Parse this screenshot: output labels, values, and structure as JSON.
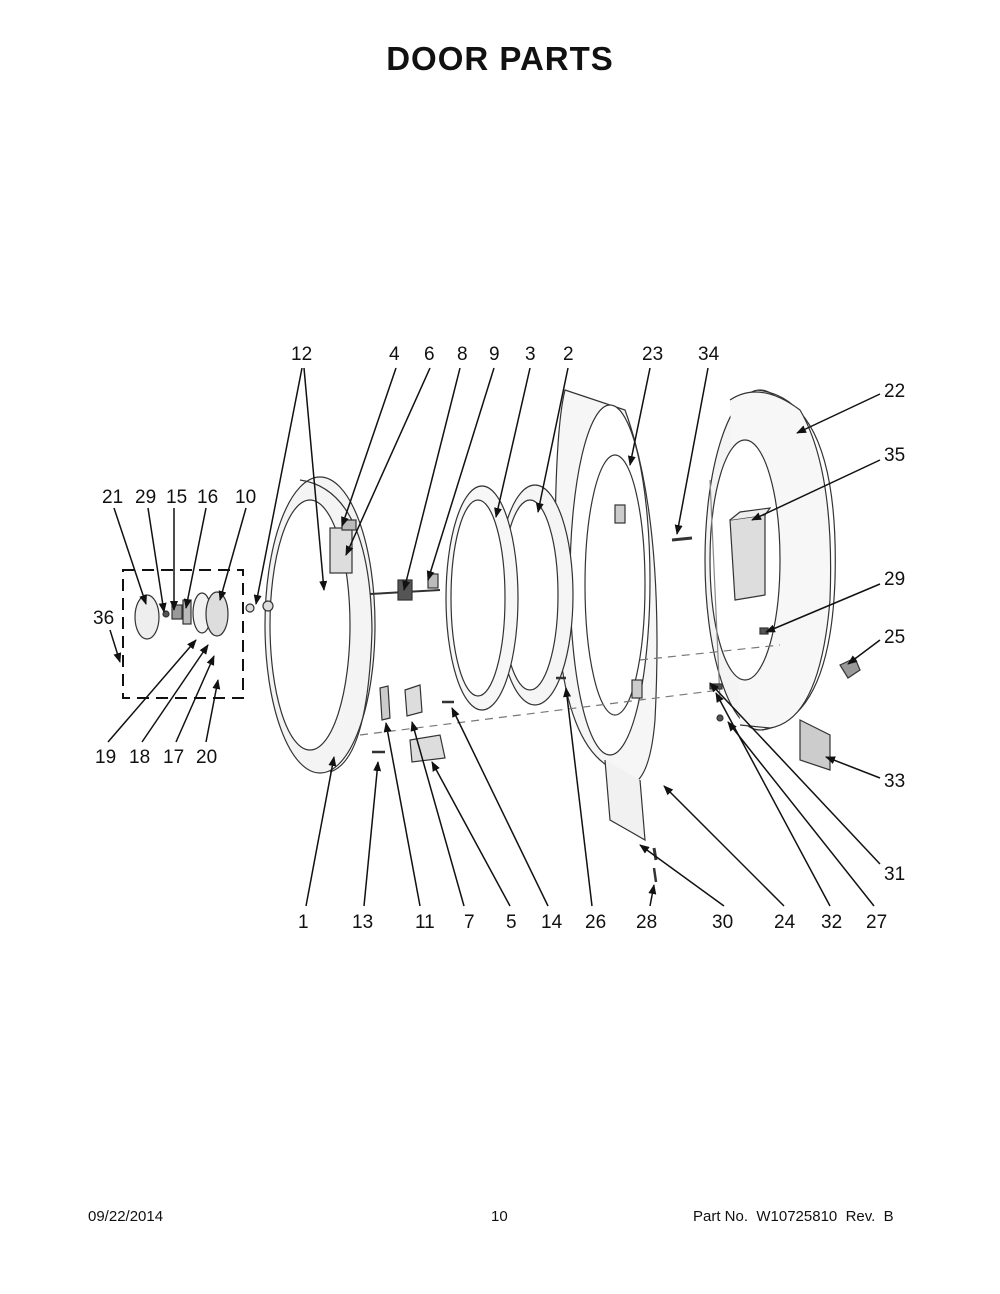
{
  "title": "DOOR PARTS",
  "footer": {
    "date": "09/22/2014",
    "page": "10",
    "part_no": "Part No.  W10725810  Rev.  B"
  },
  "labels": {
    "l12": "12",
    "l4": "4",
    "l6": "6",
    "l8": "8",
    "l9": "9",
    "l3": "3",
    "l2": "2",
    "l23": "23",
    "l34": "34",
    "l22": "22",
    "l35": "35",
    "l29r": "29",
    "l25": "25",
    "l33": "33",
    "l31": "31",
    "l21": "21",
    "l29l": "29",
    "l15": "15",
    "l16": "16",
    "l10": "10",
    "l36": "36",
    "l19": "19",
    "l18": "18",
    "l17": "17",
    "l20": "20",
    "l1": "1",
    "l13": "13",
    "l11": "11",
    "l7": "7",
    "l5": "5",
    "l14": "14",
    "l26": "26",
    "l28": "28",
    "l30": "30",
    "l24": "24",
    "l32": "32",
    "l27": "27"
  }
}
